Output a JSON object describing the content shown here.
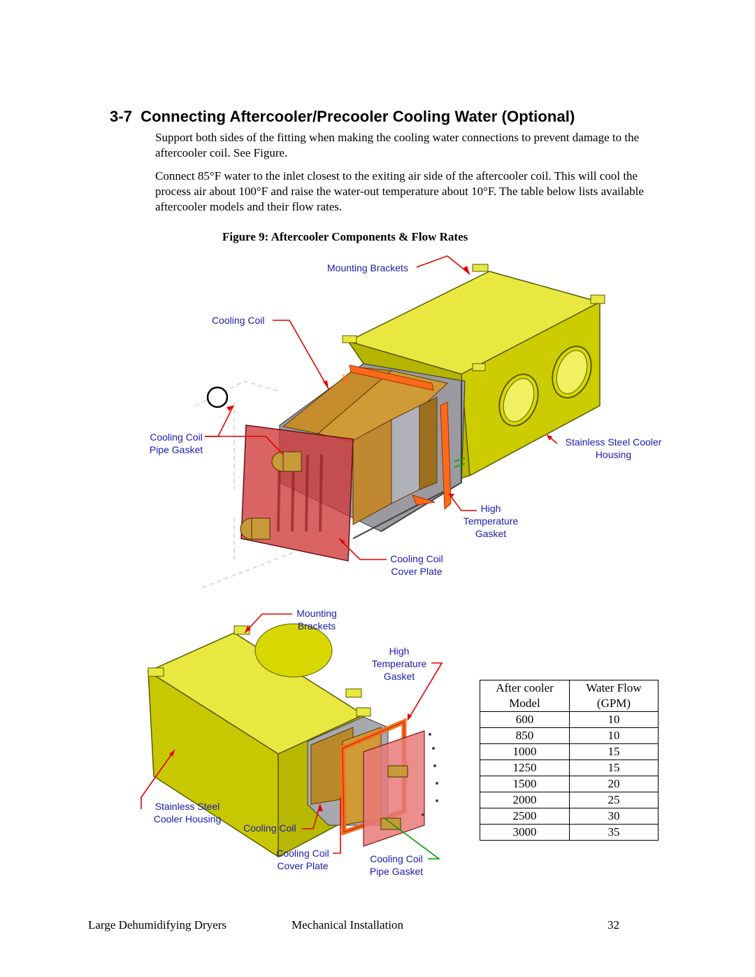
{
  "heading": {
    "number": "3-7",
    "title": "Connecting Aftercooler/Precooler Cooling Water (Optional)"
  },
  "paragraphs": [
    "Support both sides of the fitting when making the cooling water connections to prevent damage to the aftercooler coil. See Figure.",
    "Connect 85°F water to the inlet closest to the exiting air side of the aftercooler coil. This will cool the process air about 100°F and raise the water-out temperature about 10°F.  The table below lists available aftercooler models and their flow rates."
  ],
  "figure": {
    "caption": "Figure 9: Aftercooler Components & Flow Rates",
    "top_labels": {
      "mounting_brackets": "Mounting Brackets",
      "cooling_coil": "Cooling Coil",
      "pipe_gasket_1": "Cooling Coil",
      "pipe_gasket_2": "Pipe Gasket",
      "housing_1": "Stainless Steel Cooler",
      "housing_2": "Housing",
      "gasket_1": "High",
      "gasket_2": "Temperature",
      "gasket_3": "Gasket",
      "cover_1": "Cooling Coil",
      "cover_2": "Cover Plate"
    },
    "bottom_labels": {
      "mounting_1": "Mounting",
      "mounting_2": "Brackets",
      "gasket_1": "High",
      "gasket_2": "Temperature",
      "gasket_3": "Gasket",
      "housing_1": "Stainless Steel",
      "housing_2": "Cooler Housing",
      "coil": "Cooling Coil",
      "cover_1": "Cooling Coil",
      "cover_2": "Cover Plate",
      "pipe_1": "Cooling Coil",
      "pipe_2": "Pipe Gasket"
    }
  },
  "table": {
    "headers": [
      [
        "After cooler",
        "Model"
      ],
      [
        "Water Flow",
        "(GPM)"
      ]
    ],
    "rows": [
      [
        "600",
        "10"
      ],
      [
        "850",
        "10"
      ],
      [
        "1000",
        "15"
      ],
      [
        "1250",
        "15"
      ],
      [
        "1500",
        "20"
      ],
      [
        "2000",
        "25"
      ],
      [
        "2500",
        "30"
      ],
      [
        "3000",
        "35"
      ]
    ]
  },
  "footer": {
    "left": "Large Dehumidifying Dryers",
    "center": "Mechanical Installation",
    "page": "32"
  },
  "colors": {
    "housing": "#d6d600",
    "coil": "#b08a20",
    "plate": "#d24a4a",
    "gasket": "#ff6a1a",
    "label": "#1a1ab4",
    "leader": "#e00000"
  }
}
